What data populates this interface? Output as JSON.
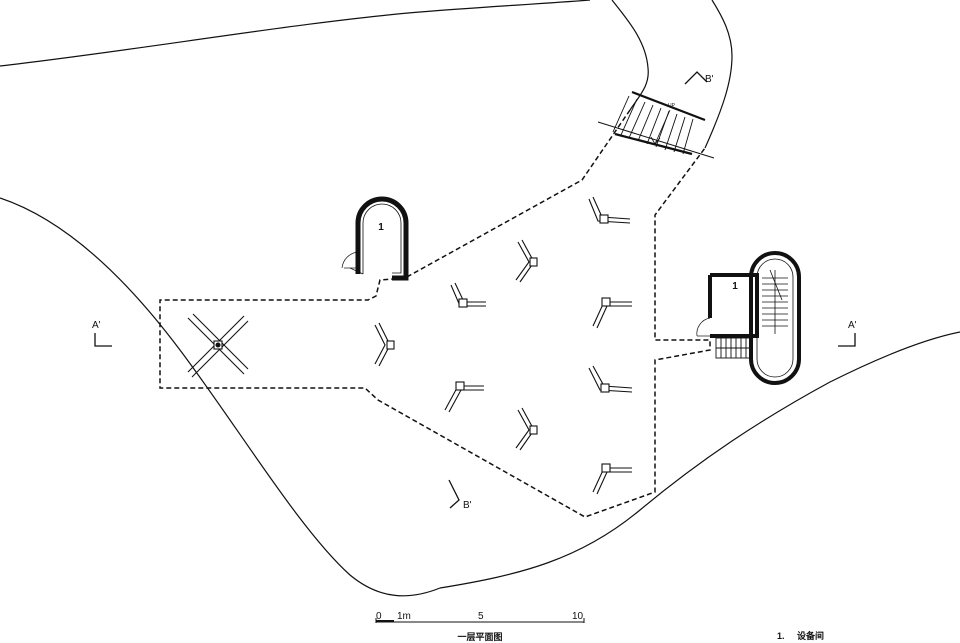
{
  "rooms": [
    {
      "id": "room-left",
      "label": "1"
    },
    {
      "id": "room-right",
      "label": "1"
    }
  ],
  "section_marks": {
    "a_left": "A'",
    "a_right": "A'",
    "b_top": "B'",
    "b_bottom": "B'"
  },
  "stair_label": "UP",
  "scale_bar": {
    "ticks": [
      {
        "id": "zero",
        "label": "0"
      },
      {
        "id": "one",
        "label": "1m"
      },
      {
        "id": "five",
        "label": "5"
      },
      {
        "id": "ten",
        "label": "10"
      }
    ]
  },
  "drawing_title": "一层平面图",
  "legend": [
    {
      "number": "1.",
      "text": "设备间"
    }
  ]
}
